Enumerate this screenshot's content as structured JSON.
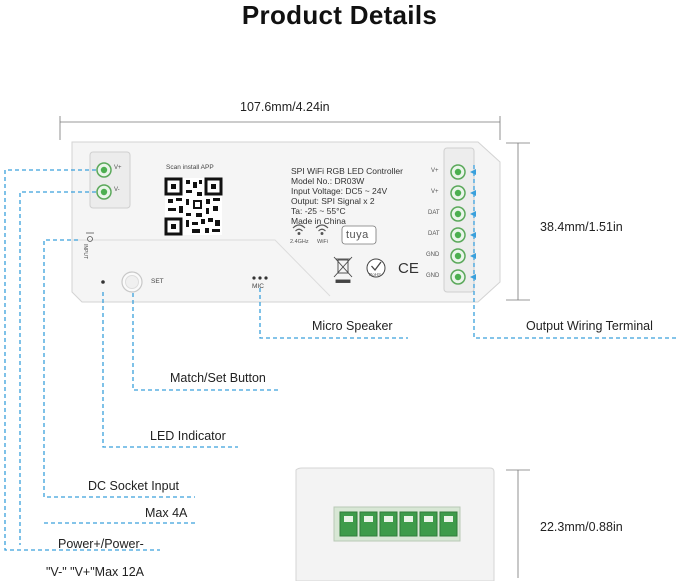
{
  "title": "Product Details",
  "dimensions": {
    "width": "107.6mm/4.24in",
    "height": "38.4mm/1.51in",
    "depth": "22.3mm/0.88in"
  },
  "device": {
    "scan_label": "Scan install APP",
    "name": "SPI WiFi RGB LED Controller",
    "model": "Model No.: DR03W",
    "input_voltage": "Input Voltage: DC5 ~ 24V",
    "output": "Output: SPI Signal x 2",
    "temp": "Ta: -25 ~ 55°C",
    "origin": "Made in China",
    "wifi_24": "2.4GHz",
    "wifi": "WiFi",
    "brand": "tuya",
    "ce": "CE",
    "rohs": "RoHS",
    "input_terminals": [
      "V+",
      "V-"
    ],
    "input_side_label": "INPUT",
    "output_terminals": [
      "V+",
      "V+",
      "DAT",
      "DAT",
      "GND",
      "GND"
    ],
    "set_label": "SET",
    "mic_label": "MIC"
  },
  "callouts": {
    "micro_speaker": "Micro Speaker",
    "output_wiring": "Output Wiring Terminal",
    "match_set": "Match/Set Button",
    "led": "LED Indicator",
    "dc_socket": "DC Socket Input",
    "dc_socket_max": "Max 4A",
    "power": "Power+/Power-",
    "power_max": "\"V-\" \"V+\"Max 12A"
  },
  "colors": {
    "callout_line": "#3aa0dc",
    "terminal_green": "#4caf50",
    "body": "#f4f4f4",
    "outline": "#d0d0d0"
  }
}
